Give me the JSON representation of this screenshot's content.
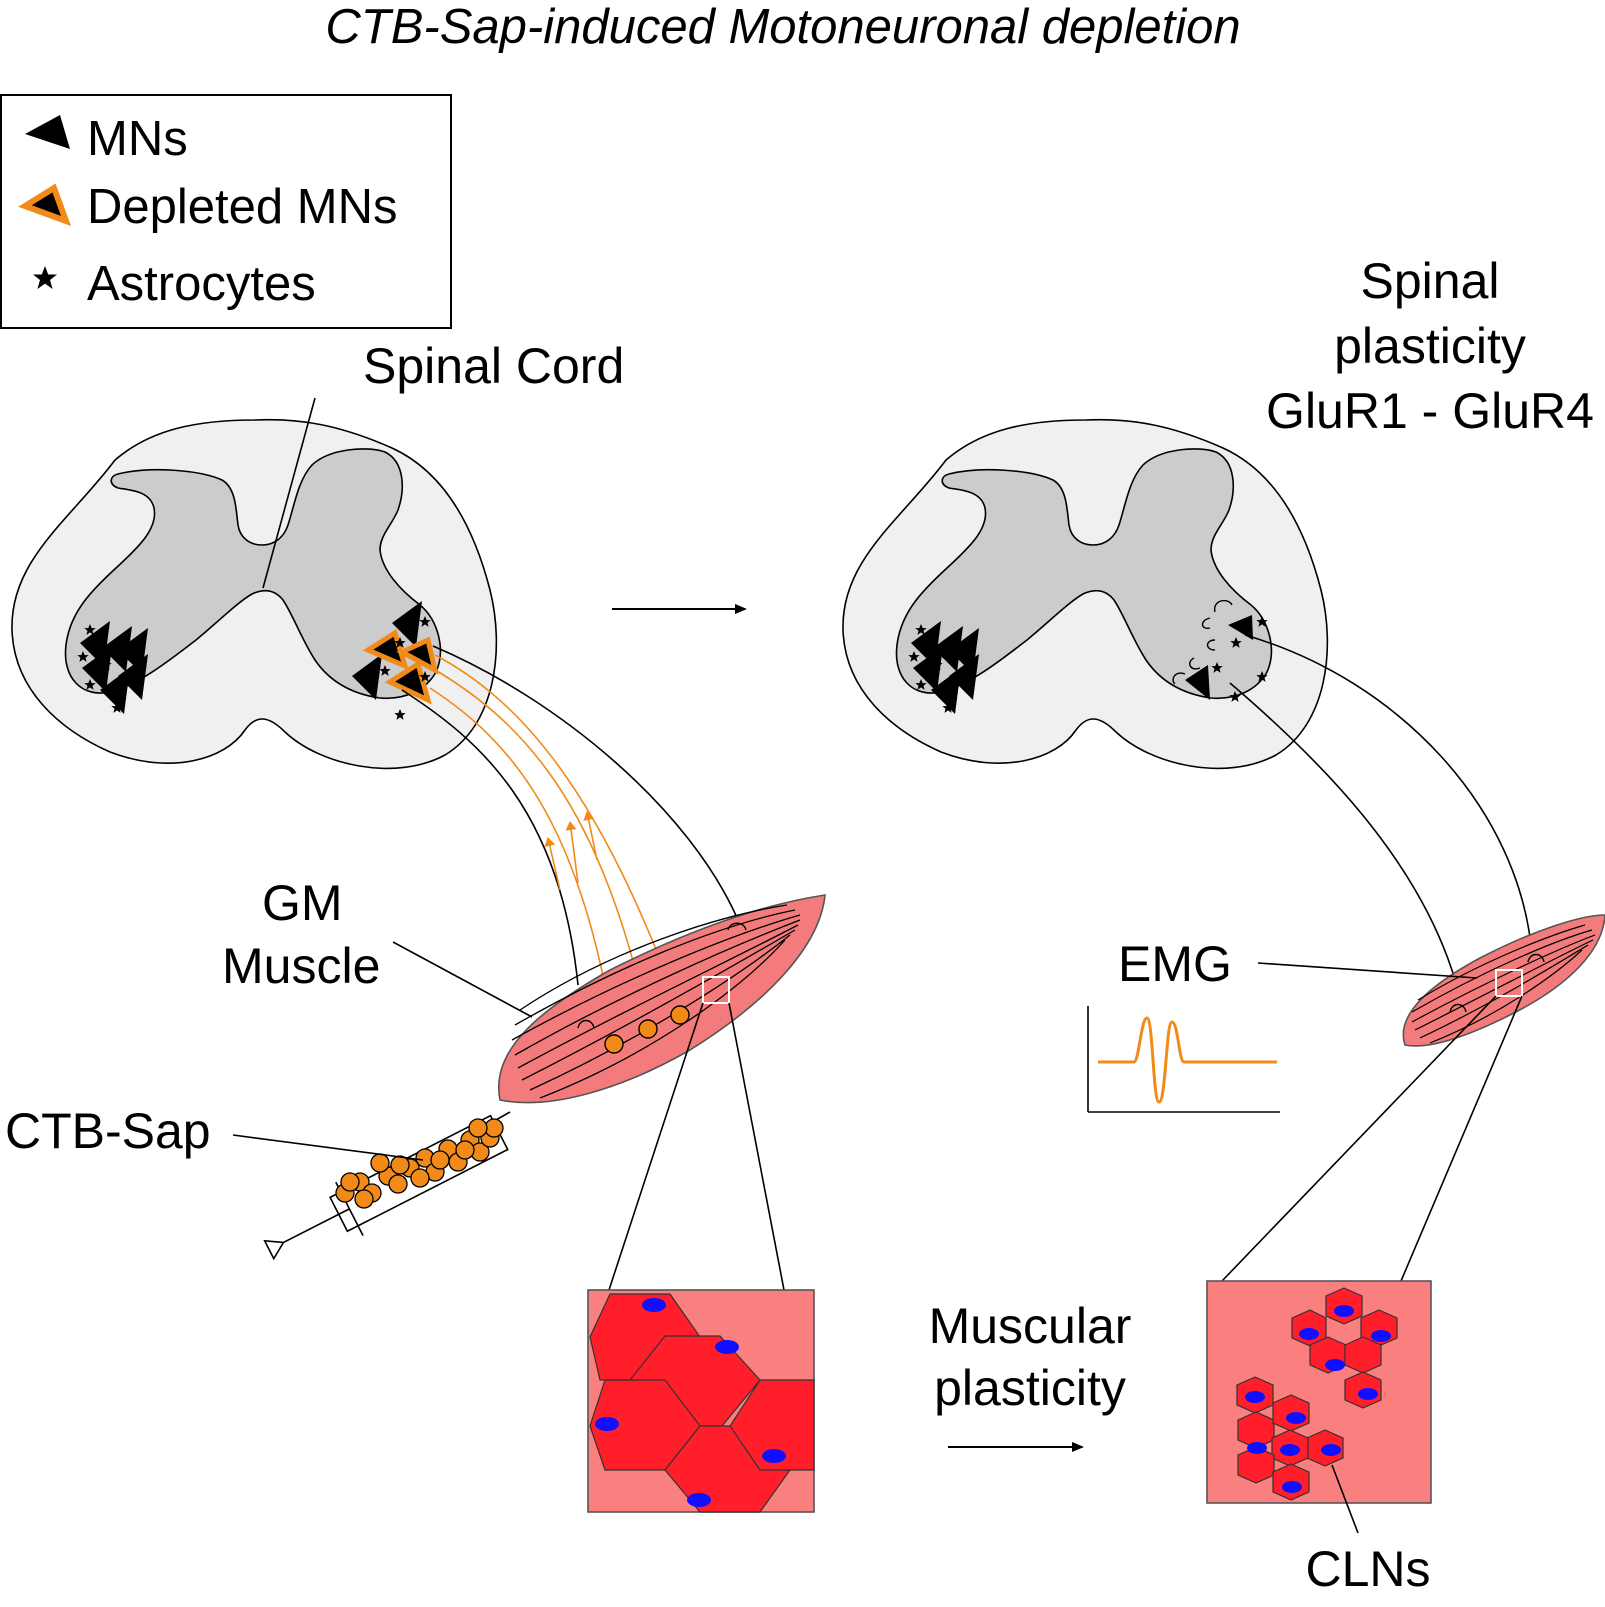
{
  "title": "CTB-Sap-induced Motoneuronal depletion",
  "legend": {
    "items": [
      {
        "label": "MNs",
        "icon": "black-triangle-icon"
      },
      {
        "label": "Depleted MNs",
        "icon": "orange-outlined-triangle-icon"
      },
      {
        "label": "Astrocytes",
        "icon": "star-icon"
      }
    ]
  },
  "labels": {
    "spinal_cord": "Spinal Cord",
    "spinal_plasticity_1": "Spinal",
    "spinal_plasticity_2": "plasticity",
    "spinal_plasticity_3": "GluR1 - GluR4",
    "gm_1": "GM",
    "gm_2": "Muscle",
    "ctb_sap": "CTB-Sap",
    "emg": "EMG",
    "muscular_1": "Muscular",
    "muscular_2": "plasticity",
    "clns": "CLNs"
  },
  "colors": {
    "orange": "#f28a1a",
    "white_matter": "#f0f0f0",
    "grey_matter": "#cccccc",
    "muscle": "#f37b7b",
    "fiber": "#ff1e2a",
    "nucleus": "#1010ff",
    "tissue_bg": "#fa8080"
  }
}
